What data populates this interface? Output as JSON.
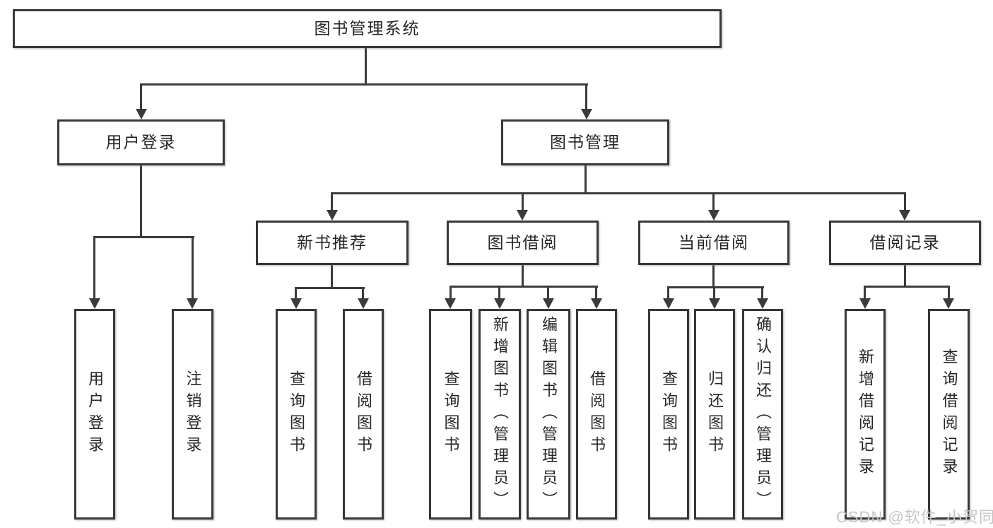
{
  "tree": {
    "label": "图书管理系统",
    "children": [
      {
        "label": "用户登录",
        "children": [
          {
            "label": "用户登录"
          },
          {
            "label": "注销登录"
          }
        ]
      },
      {
        "label": "图书管理",
        "children": [
          {
            "label": "新书推荐",
            "children": [
              {
                "label": "查询图书"
              },
              {
                "label": "借阅图书"
              }
            ]
          },
          {
            "label": "图书借阅",
            "children": [
              {
                "label": "查询图书"
              },
              {
                "label": "新增图书（管理员）"
              },
              {
                "label": "编辑图书（管理员）"
              },
              {
                "label": "借阅图书"
              }
            ]
          },
          {
            "label": "当前借阅",
            "children": [
              {
                "label": "查询图书"
              },
              {
                "label": "归还图书"
              },
              {
                "label": "确认归还（管理员）"
              }
            ]
          },
          {
            "label": "借阅记录",
            "children": [
              {
                "label": "新增借阅记录"
              },
              {
                "label": "查询借阅记录"
              }
            ]
          }
        ]
      }
    ]
  },
  "watermark": {
    "text": "CSDN @软件_小贺同学"
  },
  "colors": {
    "line": "#3b3b3b",
    "box_border": "#383838",
    "text": "#262626",
    "watermark": "#c6c6c6",
    "background": "#ffffff"
  }
}
